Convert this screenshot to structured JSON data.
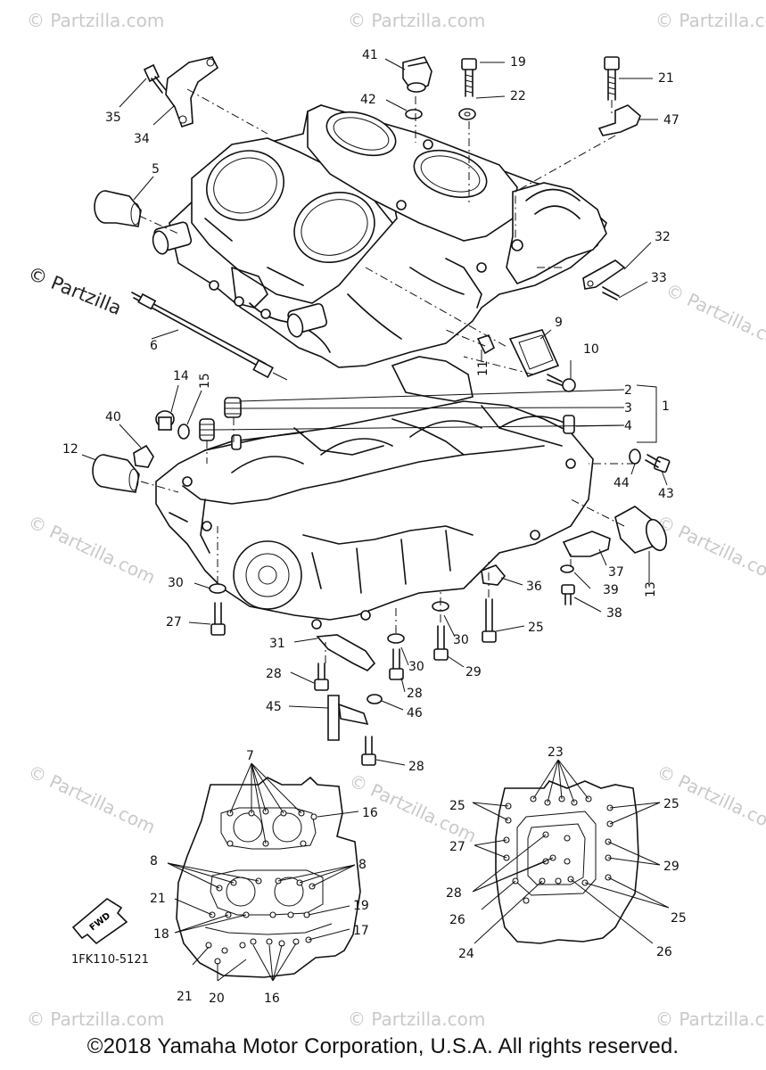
{
  "watermark": {
    "brand": "© Partzilla.com",
    "line1": "© Partzilla",
    ".com": ".com"
  },
  "diagram_code": "1FK110-5121",
  "fwd_label": "FWD",
  "copyright": "©2018  Yamaha Motor Corporation, U.S.A. All rights reserved.",
  "callouts": {
    "c1": "1",
    "c2": "2",
    "c3": "3",
    "c4": "4",
    "c5": "5",
    "c6": "6",
    "c7": "7",
    "c8a": "8",
    "c8b": "8",
    "c9": "9",
    "c10": "10",
    "c11": "11",
    "c12": "12",
    "c13": "13",
    "c14": "14",
    "c15": "15",
    "c16a": "16",
    "c16b": "16",
    "c17": "17",
    "c18": "18",
    "c19a": "19",
    "c19b": "19",
    "c20": "20",
    "c21a": "21",
    "c21b": "21",
    "c21c": "21",
    "c22": "22",
    "c23": "23",
    "c24": "24",
    "c25a": "25",
    "c25b": "25",
    "c25c": "25",
    "c25d": "25",
    "c26a": "26",
    "c26b": "26",
    "c27a": "27",
    "c27b": "27",
    "c28a": "28",
    "c28b": "28",
    "c28c": "28",
    "c28d": "28",
    "c29a": "29",
    "c29b": "29",
    "c30a": "30",
    "c30b": "30",
    "c30c": "30",
    "c31": "31",
    "c32": "32",
    "c33": "33",
    "c34": "34",
    "c35": "35",
    "c36": "36",
    "c37": "37",
    "c38": "38",
    "c39": "39",
    "c40": "40",
    "c41": "41",
    "c42": "42",
    "c43": "43",
    "c44": "44",
    "c45": "45",
    "c46": "46",
    "c47": "47"
  }
}
